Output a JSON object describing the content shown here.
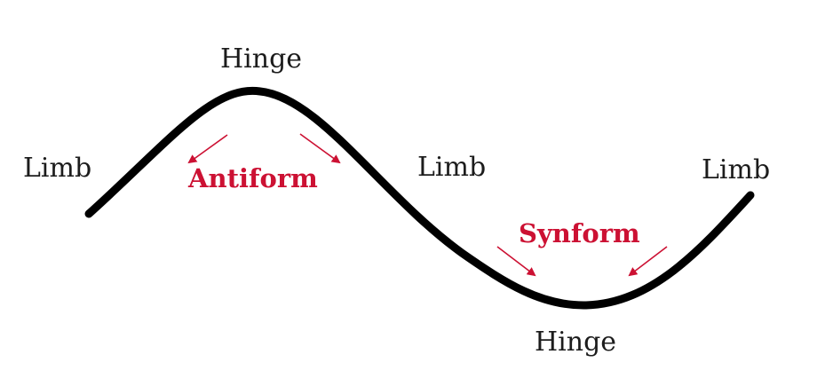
{
  "colors": {
    "curve": "#000000",
    "text": "#1c1c1c",
    "accent": "#cc1133"
  },
  "labels": {
    "hinge_top": "Hinge",
    "hinge_bottom": "Hinge",
    "limb_left": "Limb",
    "limb_middle": "Limb",
    "limb_right": "Limb",
    "antiform": "Antiform",
    "synform": "Synform"
  }
}
